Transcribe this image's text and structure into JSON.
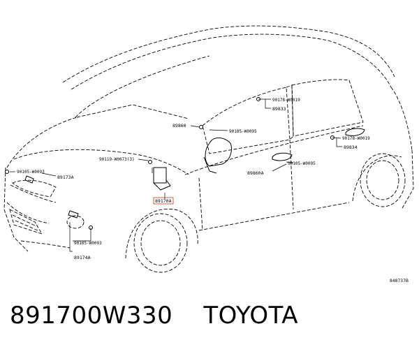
{
  "labels": {
    "l1": "90178-W0019",
    "l2": "89833",
    "l3": "89860",
    "l4": "90105-W0095",
    "l5": "90178-W0019",
    "l6": "89834",
    "l7": "90119-W0073(3)",
    "l8": "90105-W0093",
    "l9": "89173A",
    "l10": "89860A",
    "l11": "90105-W0095",
    "l12": "89170A",
    "l13": "90105-W0093",
    "l14": "89174A"
  },
  "figure_code": "848737B",
  "footer": {
    "part_number": "891700W330",
    "brand": "TOYOTA"
  }
}
